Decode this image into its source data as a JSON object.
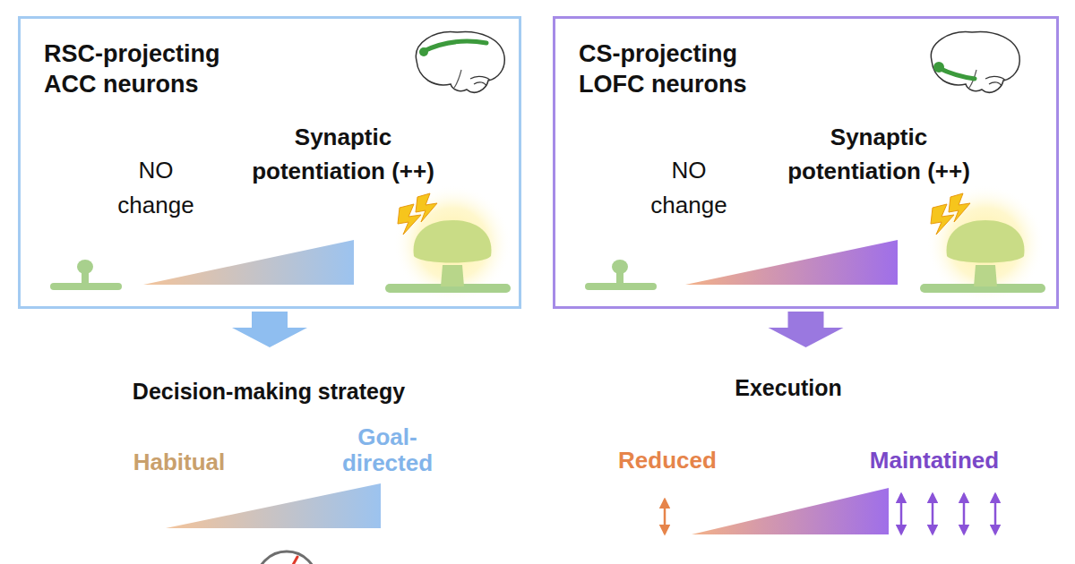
{
  "diagram": {
    "nodes": [
      {
        "text": [
          "RSC-projecting ACC neurons",
          "NO change",
          "Synaptic potentiation (++)"
        ]
      },
      {
        "text": [
          "CS-projecting LOFC neurons",
          "NO change",
          "Synaptic potentiation (++)"
        ]
      },
      {
        "text": [
          "Decision-making strategy",
          "Habitual",
          "Goal-directed"
        ]
      },
      {
        "text": [
          "Execution",
          "Reduced",
          "Maintatined"
        ]
      }
    ],
    "edges": [
      {
        "from": 0,
        "to": 2,
        "arrow": "to"
      },
      {
        "from": 1,
        "to": 3,
        "arrow": "to"
      }
    ]
  }
}
